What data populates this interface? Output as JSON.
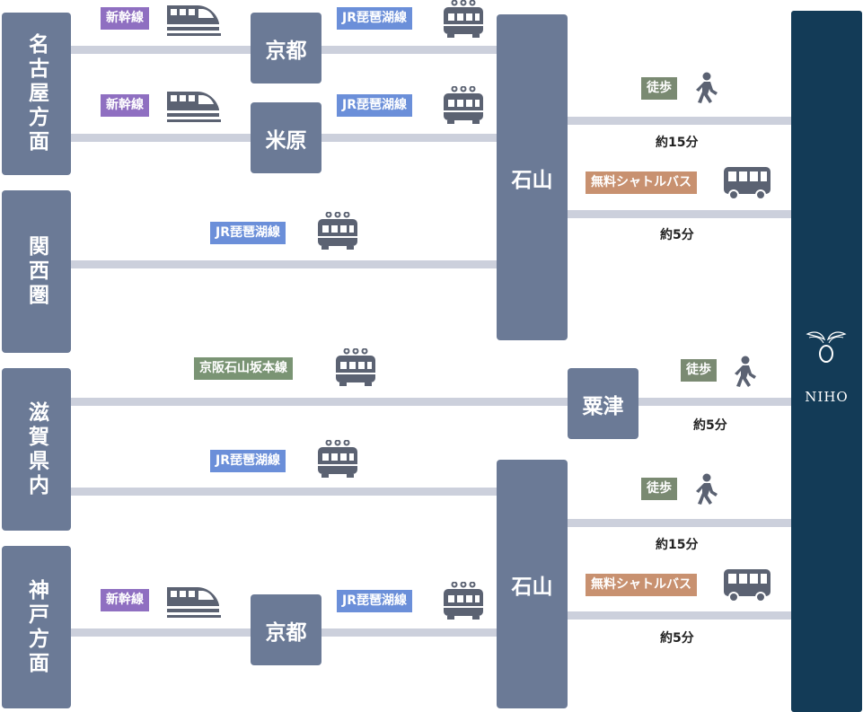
{
  "origins": {
    "nagoya": "名古屋方面",
    "kansai": "関西圏",
    "shiga": "滋賀県内",
    "kobe": "神戸方面"
  },
  "stations": {
    "kyoto_top": "京都",
    "maibara": "米原",
    "ishiyama_top": "石山",
    "awazu": "粟津",
    "ishiyama_bottom": "石山",
    "kyoto_bottom": "京都"
  },
  "lines": {
    "shinkansen": "新幹線",
    "jr_biwako": "JR琵琶湖線",
    "keihan": "京阪石山坂本線",
    "walk": "徒歩",
    "shuttle_bus": "無料シャトルバス"
  },
  "times": {
    "walk_ishiyama_top": "約15分",
    "bus_ishiyama_top": "約5分",
    "walk_awazu": "約5分",
    "walk_ishiyama_bottom": "約15分",
    "bus_ishiyama_bottom": "約5分"
  },
  "destination": {
    "name": "NIHO"
  },
  "colors": {
    "station_box": "#6b7a96",
    "destination": "#133b57",
    "shinkansen_tag": "#8f6fc1",
    "jr_tag": "#6b8fd9",
    "keihan_tag": "#7a9474",
    "walk_tag": "#7a8a72",
    "bus_tag": "#c89170",
    "connector": "#ccd0dc"
  }
}
